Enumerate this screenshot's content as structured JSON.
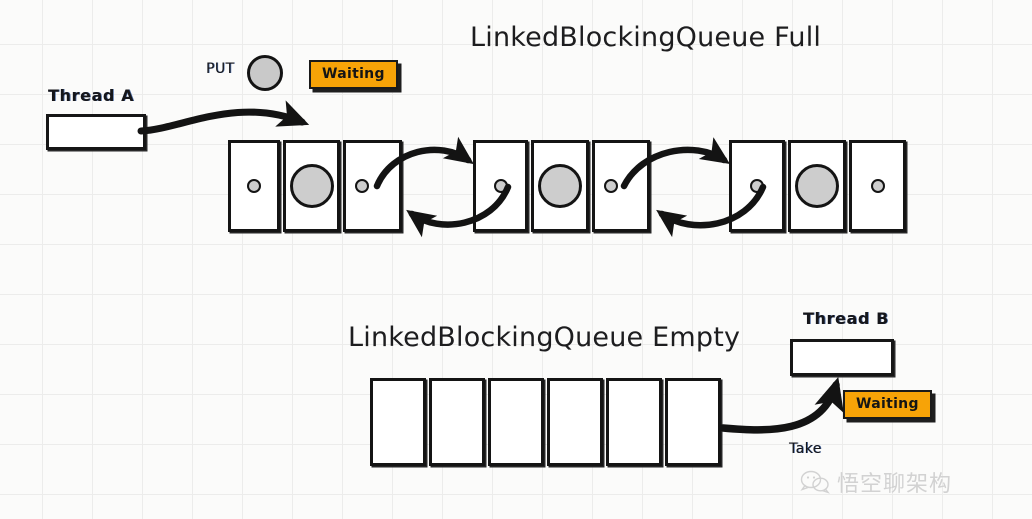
{
  "diagram": {
    "titles": {
      "full": "LinkedBlockingQueue Full",
      "empty": "LinkedBlockingQueue Empty"
    },
    "producer": {
      "thread_label": "Thread A",
      "operation_label": "PUT",
      "status_badge": "Waiting"
    },
    "consumer": {
      "thread_label": "Thread B",
      "operation_label": "Take",
      "status_badge": "Waiting"
    },
    "full_queue": {
      "nodes": [
        {
          "prev_cell": "prev-pointer",
          "data_cell": "data-item",
          "next_cell": "next-pointer"
        },
        {
          "prev_cell": "prev-pointer",
          "data_cell": "data-item",
          "next_cell": "next-pointer"
        },
        {
          "prev_cell": "prev-pointer",
          "data_cell": "data-item",
          "next_cell": "next-pointer"
        }
      ],
      "node_count": 3
    },
    "empty_queue": {
      "cell_count": 6
    },
    "colors": {
      "badge_background": "#f7a307",
      "stroke": "#141414",
      "node_fill": "#ffffff",
      "dot_fill": "#cdcdcd",
      "grid_line": "#ececeb",
      "page_background": "#fbfbfa",
      "watermark": "#d2d2d2"
    },
    "watermark": {
      "text": "悟空聊架构",
      "icon": "wechat-icon"
    }
  }
}
